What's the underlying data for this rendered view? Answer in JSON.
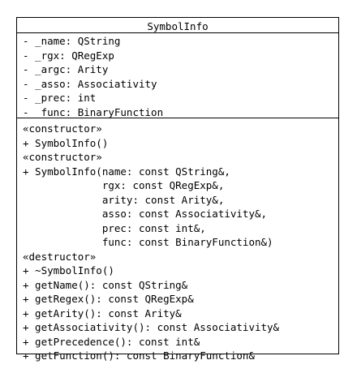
{
  "class_box": {
    "name": "SymbolInfo",
    "attributes": [
      "- _name: QString",
      "- _rgx: QRegExp",
      "- _argc: Arity",
      "- _asso: Associativity",
      "- _prec: int",
      "- _func: BinaryFunction"
    ],
    "operations": [
      "«constructor»",
      "+ SymbolInfo()",
      "«constructor»",
      "+ SymbolInfo(name: const QString&,",
      "             rgx: const QRegExp&,",
      "             arity: const Arity&,",
      "             asso: const Associativity&,",
      "             prec: const int&,",
      "             func: const BinaryFunction&)",
      "«destructor»",
      "+ ~SymbolInfo()",
      "+ getName(): const QString&",
      "+ getRegex(): const QRegExp&",
      "+ getArity(): const Arity&",
      "+ getAssociativity(): const Associativity&",
      "+ getPrecedence(): const int&",
      "+ getFunction(): const BinaryFunction&"
    ]
  }
}
